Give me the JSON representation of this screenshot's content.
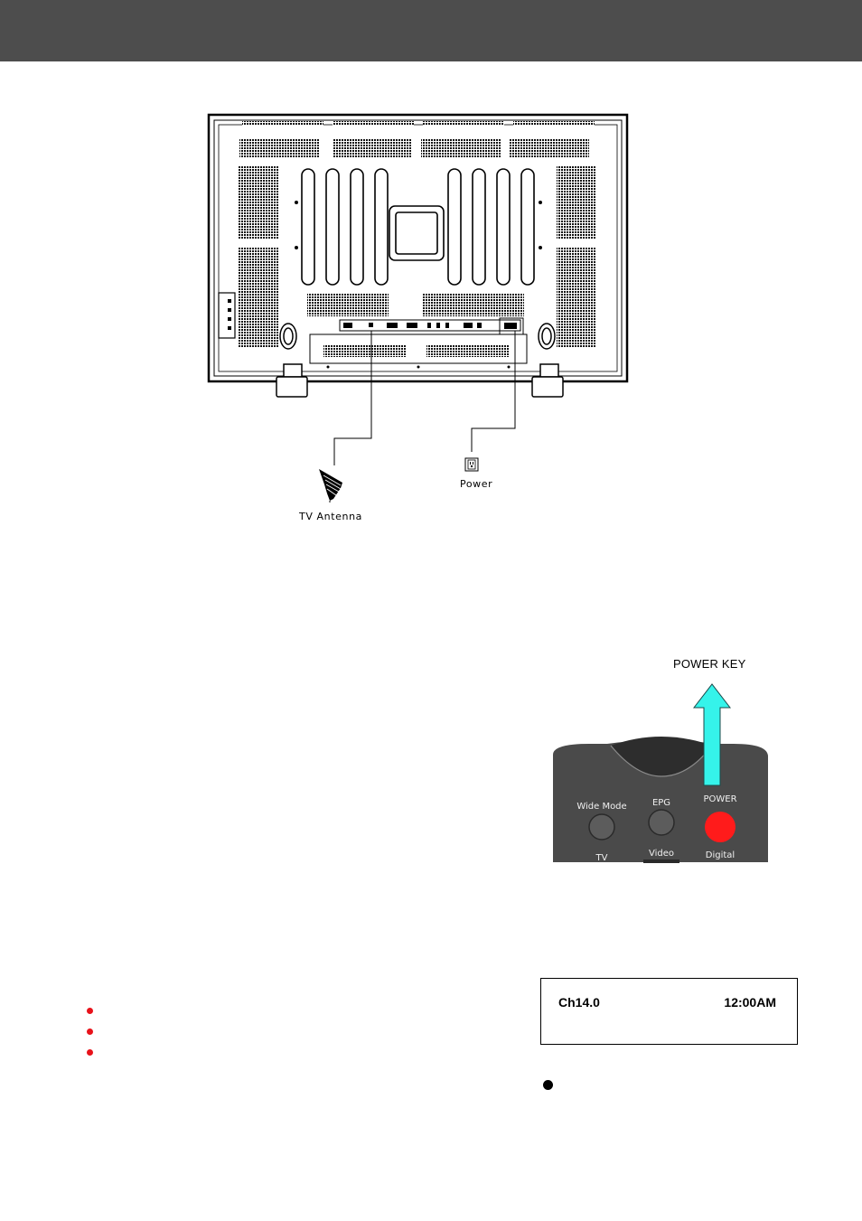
{
  "diagram": {
    "antenna_label": "TV Antenna",
    "power_label": "Power"
  },
  "remote": {
    "callout": "POWER KEY",
    "buttons": {
      "wide_mode": "Wide Mode",
      "epg": "EPG",
      "power": "POWER",
      "tv": "TV",
      "video": "Video",
      "digital": "Digital"
    },
    "colors": {
      "power_button": "#ff1b1b",
      "arrow": "#35f3ea",
      "body": "#4a4a4a"
    }
  },
  "osd": {
    "channel": "Ch14.0",
    "time": "12:00AM"
  },
  "colors": {
    "header": "#4d4d4d",
    "bullet": "#e8121a"
  }
}
